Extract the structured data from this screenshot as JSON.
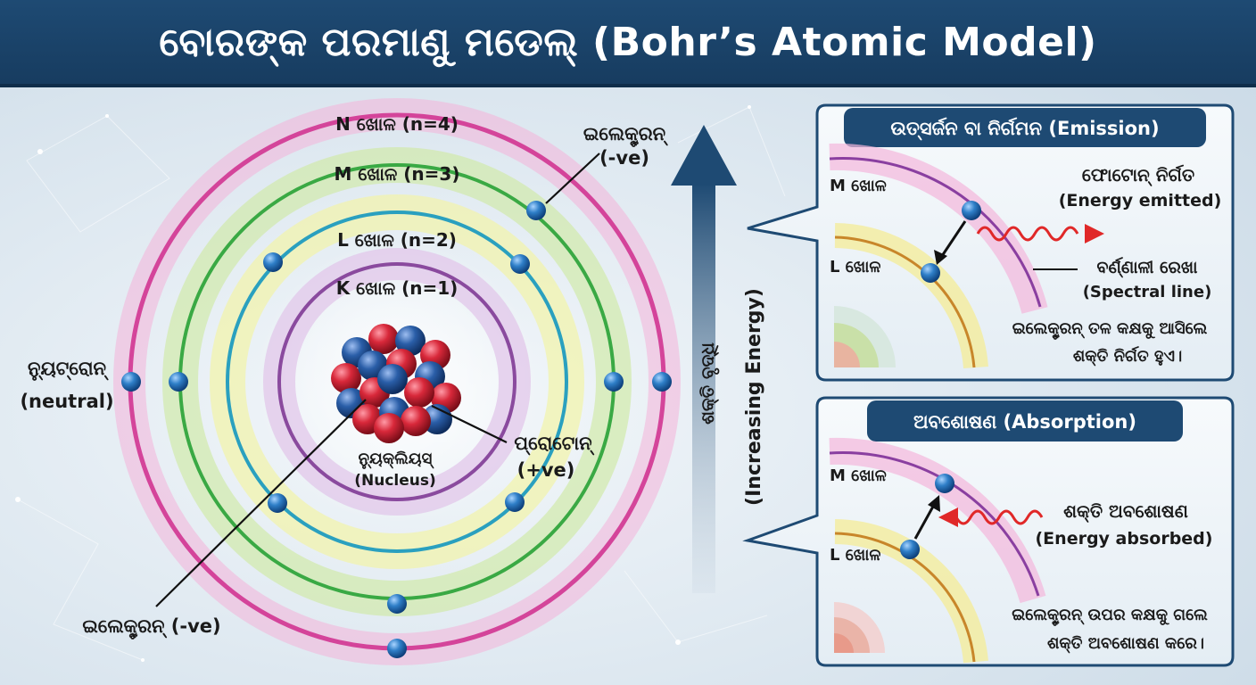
{
  "title": "ବୋରଙ୍କ ପରମାଣୁ ମଡେଲ୍ (Bohr’s Atomic Model)",
  "shells": {
    "n": "N ଖୋଳ (n=4)",
    "m": "M ଖୋଳ (n=3)",
    "l": "L ଖୋଳ (n=2)",
    "k": "K ଖୋଳ (n=1)"
  },
  "labels": {
    "electron_top_line1": "ଇଲେକ୍ଟ୍ରନ୍",
    "electron_top_line2": "(-ve)",
    "neutron_line1": "ନ୍ୟୁଟ୍ରୋନ୍",
    "neutron_line2": "(neutral)",
    "nucleus_line1": "ନ୍ୟୁକ୍ଲିୟସ୍",
    "nucleus_line2": "(Nucleus)",
    "proton_line1": "ପ୍ରୋଟୋନ୍",
    "proton_line2": "(+ve)",
    "electron_bottom": "ଇଲେକ୍ଟ୍ରନ୍ (-ve)"
  },
  "energy_axis": {
    "odia": "ଶକ୍ତି ବୃଦ୍ଧି",
    "english": "(Increasing Energy)"
  },
  "emission": {
    "title": "ଉତ୍ସର୍ଜନ ବା ନିର୍ଗମନ (Emission)",
    "m_shell": "M ଖୋଳ",
    "l_shell": "L ଖୋଳ",
    "photon_line1": "ଫୋଟୋନ୍ ନିର୍ଗତ",
    "photon_line2": "(Energy emitted)",
    "spectral_line1": "ବର୍ଣ୍ଣାଳୀ ରେଖା",
    "spectral_line2": "(Spectral line)",
    "desc_line1": "ଇଲେକ୍ଟ୍ରନ୍ ତଳ କକ୍ଷକୁ ଆସିଲେ",
    "desc_line2": "ଶକ୍ତି ନିର୍ଗତ ହୁଏ।"
  },
  "absorption": {
    "title": "ଅବଶୋଷଣ (Absorption)",
    "m_shell": "M ଖୋଳ",
    "l_shell": "L ଖୋଳ",
    "energy_line1": "ଶକ୍ତି ଅବଶୋଷଣ",
    "energy_line2": "(Energy absorbed)",
    "desc_line1": "ଇଲେକ୍ଟ୍ରନ୍ ଉପର କକ୍ଷକୁ ଗଲେ",
    "desc_line2": "ଶକ୍ତି ଅବଶୋଷଣ କରେ।"
  },
  "colors": {
    "header": "#1e4a73",
    "n_shell": "#d4449a",
    "m_shell": "#3aa944",
    "l_shell": "#2aa0bf",
    "k_shell": "#8a4a9e",
    "proton": "#d8283a",
    "neutron": "#2a5ea8",
    "electron": "#2f7fc8",
    "photon_wave": "#e02828"
  }
}
